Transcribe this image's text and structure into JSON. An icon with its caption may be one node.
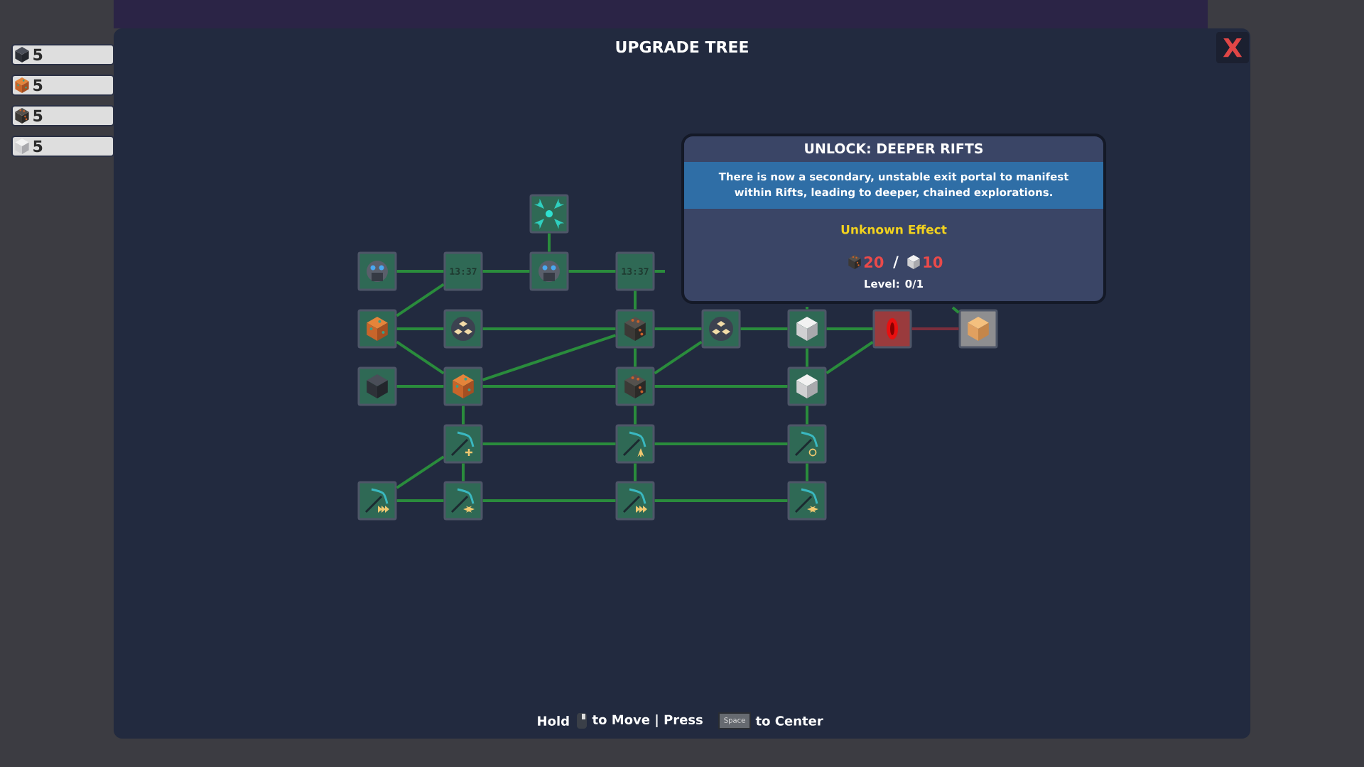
{
  "diagram": {
    "title": "UPGRADE TREE",
    "nodes": [
      {
        "text": [],
        "shape": "picture"
      },
      {
        "text": [],
        "shape": "picture"
      },
      {
        "text": [
          "13:37"
        ]
      },
      {
        "text": [],
        "shape": "picture"
      },
      {
        "text": [
          "13:37"
        ]
      },
      {
        "text": [],
        "shape": "picture"
      },
      {
        "text": [],
        "shape": "picture"
      },
      {
        "text": [],
        "shape": "picture"
      },
      {
        "text": [],
        "shape": "picture"
      },
      {
        "text": [],
        "shape": "picture"
      },
      {
        "text": [],
        "shape": "picture"
      },
      {
        "text": [],
        "shape": "picture"
      },
      {
        "text": [],
        "shape": "picture"
      },
      {
        "text": [],
        "shape": "picture"
      },
      {
        "text": [],
        "shape": "picture"
      },
      {
        "text": [],
        "shape": "picture"
      },
      {
        "text": [],
        "shape": "picture"
      },
      {
        "text": [],
        "shape": "picture"
      },
      {
        "text": [],
        "shape": "picture"
      },
      {
        "text": [],
        "shape": "picture"
      },
      {
        "text": [],
        "shape": "picture"
      },
      {
        "text": [],
        "shape": "picture"
      },
      {
        "text": [],
        "shape": "picture"
      },
      {
        "text": [
          "UNLOCK: DEEPER RIFTS",
          "There is now a secondary, unstable exit portal to manifest within Rifts, leading to deeper, chained explorations.",
          "Unknown Effect",
          "20",
          "/",
          "10",
          "Level: 0/1"
        ]
      }
    ],
    "edges": [
      {
        "from": 0,
        "to": 3,
        "arrow": "none"
      },
      {
        "from": 1,
        "to": 2,
        "arrow": "none"
      },
      {
        "from": 2,
        "to": 3,
        "arrow": "none"
      },
      {
        "from": 3,
        "to": 4,
        "arrow": "none"
      },
      {
        "from": 4,
        "to": null,
        "arrow": "none"
      },
      {
        "from": 5,
        "to": 2,
        "arrow": "none"
      },
      {
        "from": 5,
        "to": 6,
        "arrow": "none"
      },
      {
        "from": 6,
        "to": 7,
        "arrow": "none"
      },
      {
        "from": 7,
        "to": 8,
        "arrow": "none"
      },
      {
        "from": 8,
        "to": 9,
        "arrow": "none"
      },
      {
        "from": 9,
        "to": 10,
        "arrow": "none"
      },
      {
        "from": 10,
        "to": 11,
        "arrow": "none",
        "color": "#7a2e3c"
      },
      {
        "from": 5,
        "to": 13,
        "arrow": "none"
      },
      {
        "from": 13,
        "to": 7,
        "arrow": "none"
      },
      {
        "from": 4,
        "to": 7,
        "arrow": "none"
      },
      {
        "from": 7,
        "to": 14,
        "arrow": "none"
      },
      {
        "from": 14,
        "to": 8,
        "arrow": "none"
      },
      {
        "from": 12,
        "to": 13,
        "arrow": "none"
      },
      {
        "from": 13,
        "to": 14,
        "arrow": "none"
      },
      {
        "from": 14,
        "to": 15,
        "arrow": "none"
      },
      {
        "from": 15,
        "to": 10,
        "arrow": "none"
      },
      {
        "from": 9,
        "to": 15,
        "arrow": "none"
      },
      {
        "from": 13,
        "to": 16,
        "arrow": "none"
      },
      {
        "from": 14,
        "to": 17,
        "arrow": "none"
      },
      {
        "from": 15,
        "to": 18,
        "arrow": "none"
      },
      {
        "from": 16,
        "to": 17,
        "arrow": "none"
      },
      {
        "from": 17,
        "to": 18,
        "arrow": "none"
      },
      {
        "from": 19,
        "to": 16,
        "arrow": "none"
      },
      {
        "from": 16,
        "to": 20,
        "arrow": "none"
      },
      {
        "from": 17,
        "to": 21,
        "arrow": "none"
      },
      {
        "from": 18,
        "to": 22,
        "arrow": "none"
      },
      {
        "from": 19,
        "to": 20,
        "arrow": "none"
      },
      {
        "from": 20,
        "to": 21,
        "arrow": "none"
      },
      {
        "from": 21,
        "to": 22,
        "arrow": "none"
      },
      {
        "from": null,
        "to": 9,
        "arrow": "none"
      },
      {
        "from": null,
        "to": 11,
        "arrow": "none"
      }
    ],
    "labels": [
      "5",
      "5",
      "5",
      "5",
      "X",
      "Hold",
      "to Move | Press",
      "Space",
      "to Center"
    ]
  }
}
